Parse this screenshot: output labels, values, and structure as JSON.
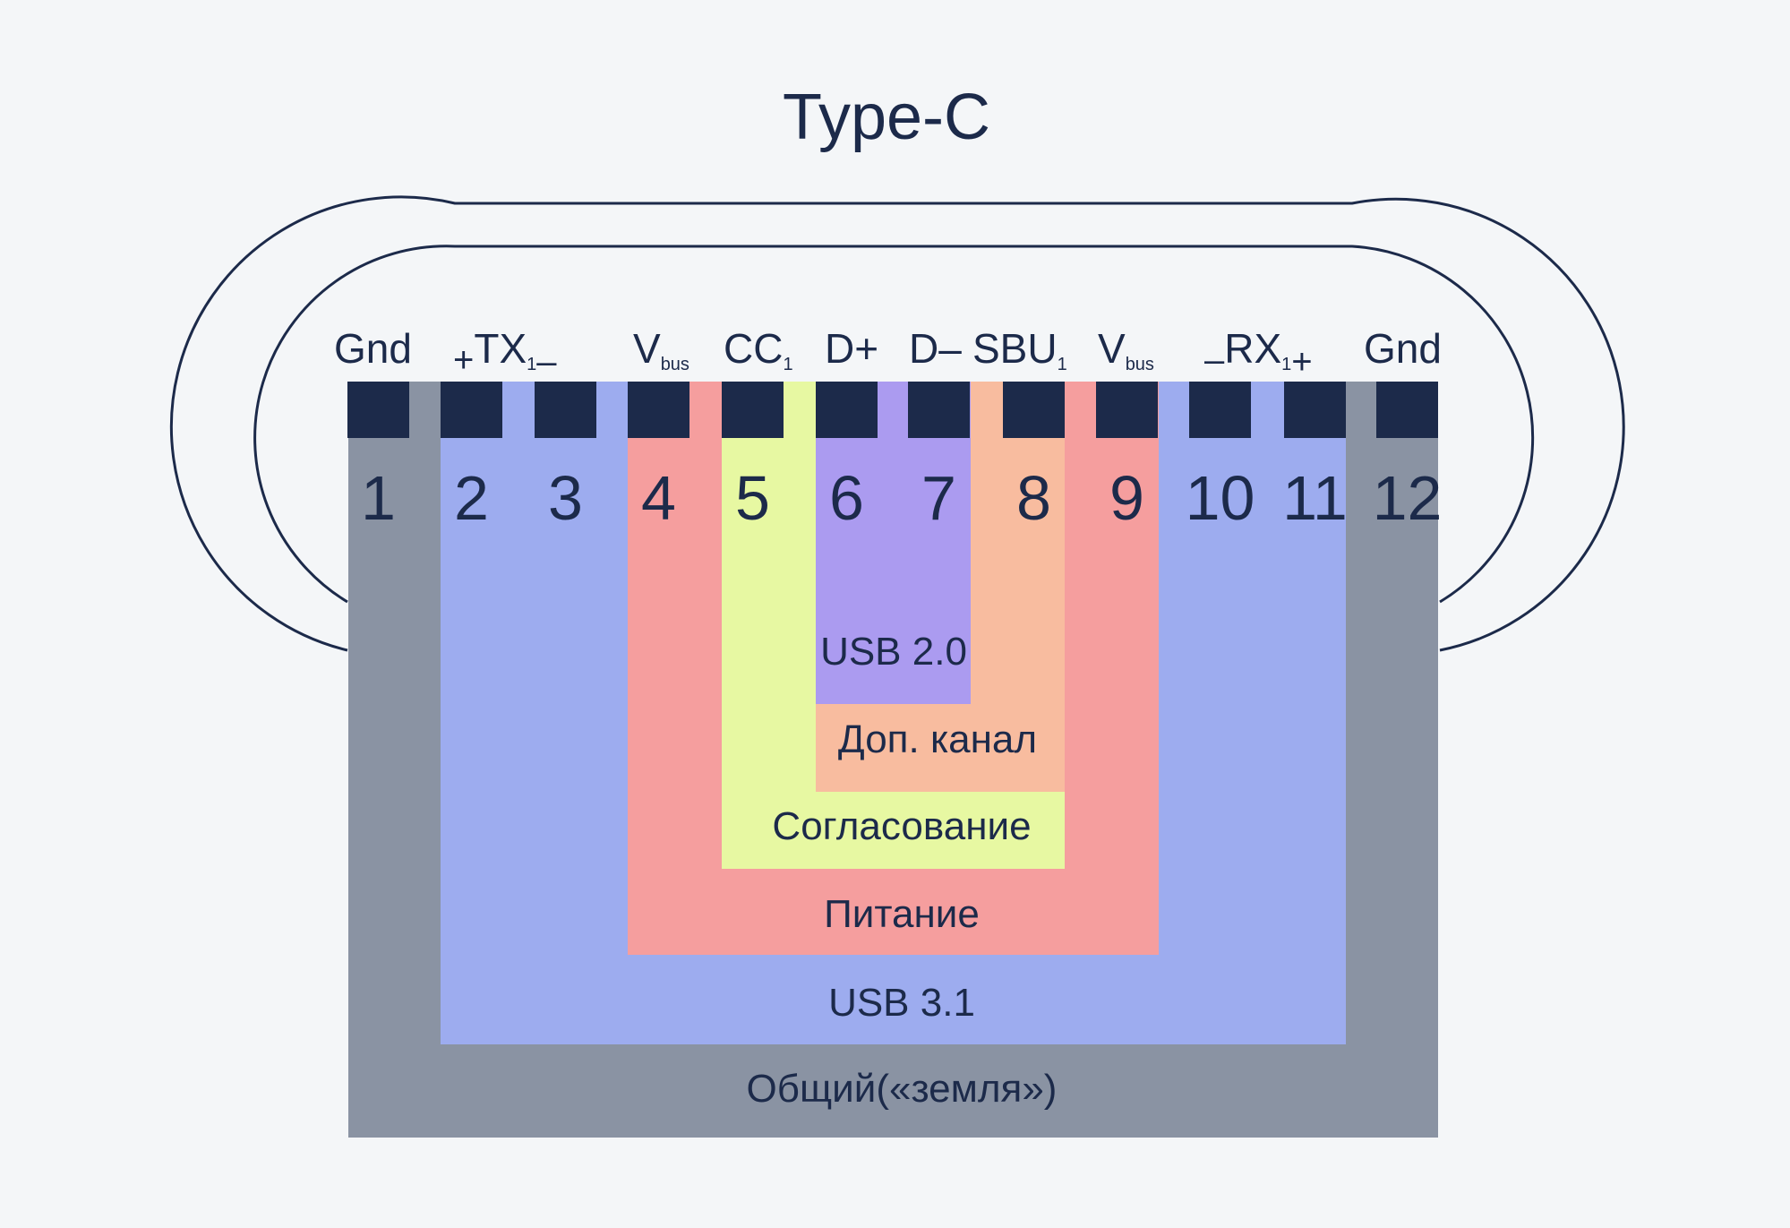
{
  "title": "Type-C",
  "colors": {
    "background": "#f4f6f8",
    "outline": "#1c2a4a",
    "pin": "#1c2a4a",
    "ground": "#8a93a3",
    "usb31": "#9dacef",
    "power": "#f59e9e",
    "negotiation": "#e7f8a2",
    "sideband": "#f8bc9f",
    "usb20": "#ab9bf0"
  },
  "pins": [
    {
      "number": "1",
      "label": "Gnd",
      "pre": "",
      "sub": "",
      "post": ""
    },
    {
      "number": "2",
      "label": "TX",
      "pre": "+",
      "sub": "1",
      "post": "–"
    },
    {
      "number": "3",
      "label": "",
      "pre": "",
      "sub": "",
      "post": ""
    },
    {
      "number": "4",
      "label": "V",
      "pre": "",
      "sub": "bus",
      "post": ""
    },
    {
      "number": "5",
      "label": "CC",
      "pre": "",
      "sub": "1",
      "post": ""
    },
    {
      "number": "6",
      "label": "D+",
      "pre": "",
      "sub": "",
      "post": ""
    },
    {
      "number": "7",
      "label": "D–",
      "pre": "",
      "sub": "",
      "post": ""
    },
    {
      "number": "8",
      "label": "SBU",
      "pre": "",
      "sub": "1",
      "post": ""
    },
    {
      "number": "9",
      "label": "V",
      "pre": "",
      "sub": "bus",
      "post": ""
    },
    {
      "number": "10",
      "label": "RX",
      "pre": "–",
      "sub": "1",
      "post": "+"
    },
    {
      "number": "11",
      "label": "",
      "pre": "",
      "sub": "",
      "post": ""
    },
    {
      "number": "12",
      "label": "Gnd",
      "pre": "",
      "sub": "",
      "post": ""
    }
  ],
  "groups": {
    "ground": "Общий(«земля»)",
    "usb31": "USB 3.1",
    "power": "Питание",
    "negotiation": "Согласование",
    "sideband": "Доп. канал",
    "usb20": "USB 2.0"
  }
}
